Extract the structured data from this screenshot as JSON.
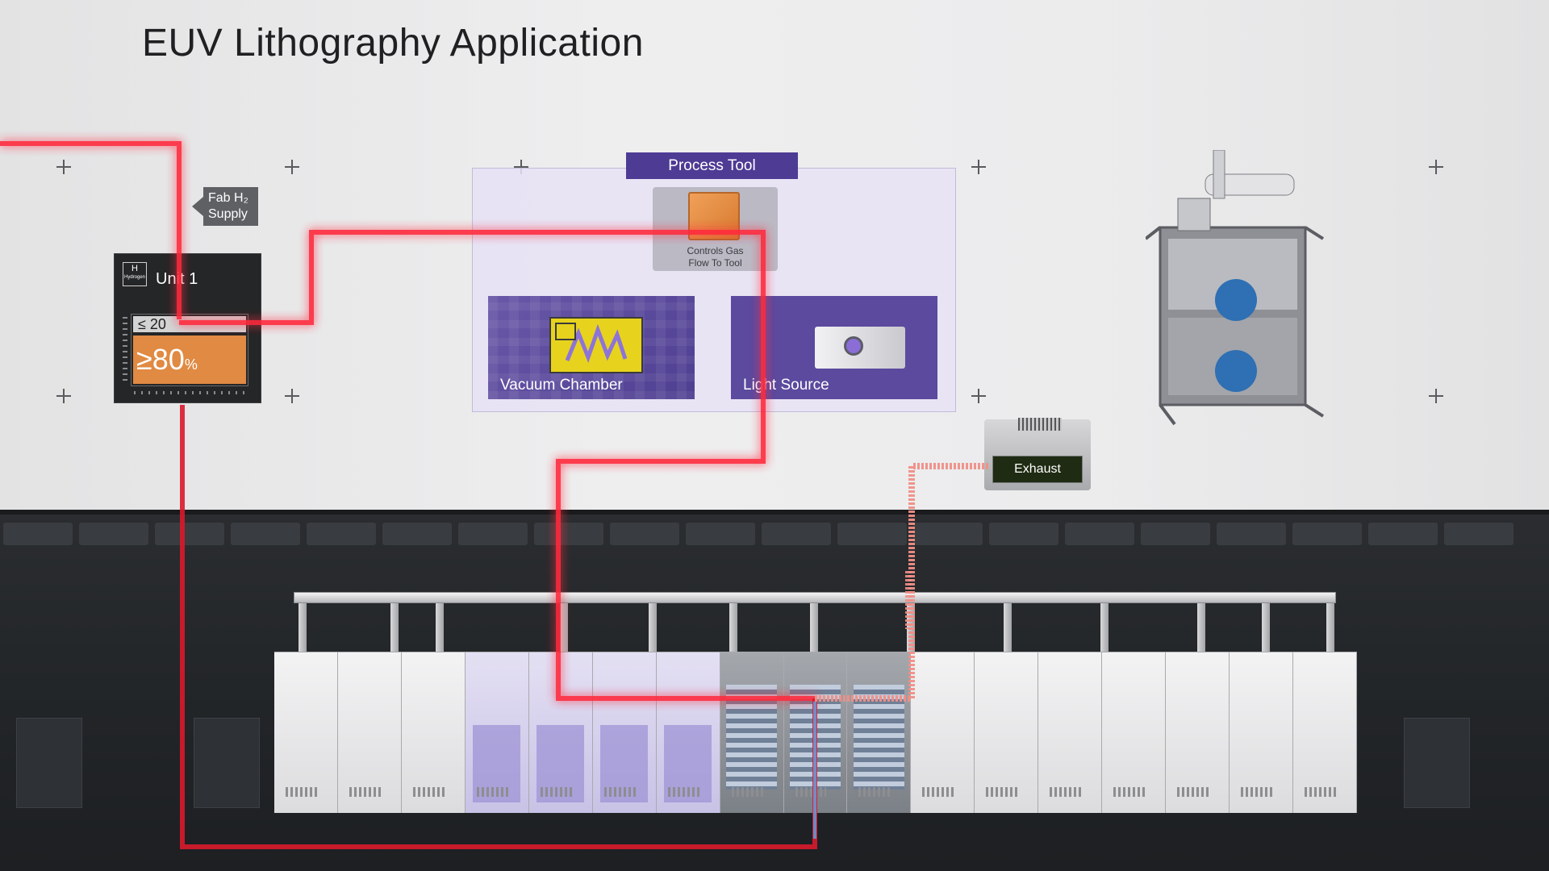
{
  "title": "EUV Lithography Application",
  "fab_supply": {
    "line1": "Fab H₂",
    "line2": "Supply"
  },
  "unit": {
    "element_symbol": "H",
    "element_name": "Hydrogen",
    "label": "Unit 1",
    "low_reading": "≤ 20",
    "high_reading": "≥80",
    "high_unit": "%"
  },
  "process_tool": {
    "label": "Process Tool",
    "controls_line1": "Controls Gas",
    "controls_line2": "Flow To Tool",
    "vacuum_chamber": "Vacuum Chamber",
    "light_source": "Light Source"
  },
  "exhaust": {
    "label": "Exhaust"
  },
  "colors": {
    "hydrogen_line": "#ff2a3c",
    "exhaust_line": "#f08f86",
    "process_purple": "#4e3b94",
    "gauge_orange": "#e08a43"
  }
}
